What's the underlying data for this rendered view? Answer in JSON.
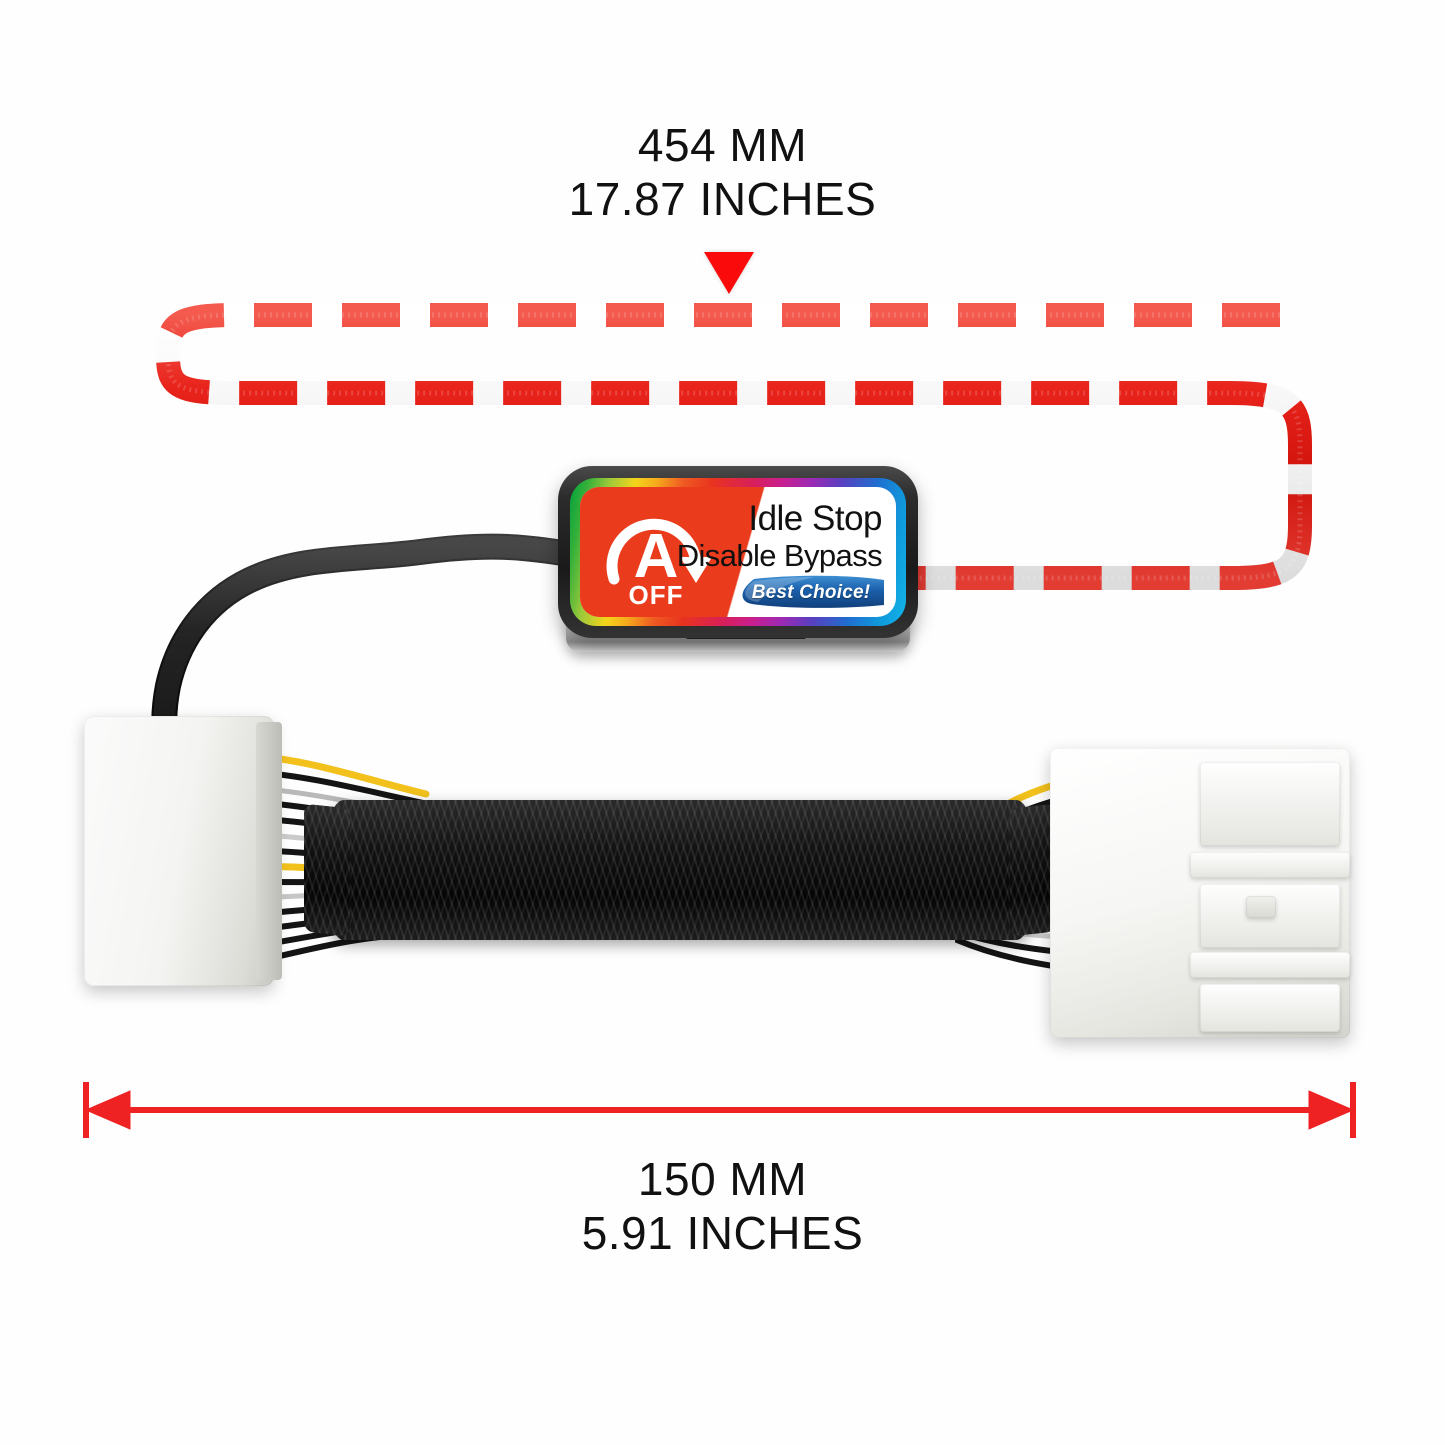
{
  "annotations": {
    "top_dimension": {
      "mm": "454 MM",
      "inches": "17.87 INCHES",
      "pointer_icon": "down-triangle-icon",
      "line_style": "red-white-dashed"
    },
    "bottom_dimension": {
      "mm": "150 MM",
      "inches": "5.91 INCHES",
      "left_arrow_icon": "arrow-left-icon",
      "right_arrow_icon": "arrow-right-icon",
      "line_style": "solid-red-arrow"
    }
  },
  "module": {
    "title_line1": "Idle Stop",
    "title_line2": "Disable Bypass",
    "icon_letter": "A",
    "icon_label": "OFF",
    "icon_name": "auto-stop-off-icon",
    "badge_text": "Best Choice!",
    "badge_name": "best-choice-badge"
  },
  "product": {
    "left_connector_name": "female-connector-left",
    "right_connector_name": "male-connector-right",
    "sleeve_name": "braided-wire-sleeve",
    "lead_cable_name": "module-lead-cable"
  },
  "colors": {
    "accent_red": "#ee2222",
    "dash_red": "#e8231b",
    "label_red": "#ea3c1c",
    "badge_blue": "#1b5faa",
    "text_dark": "#111111",
    "connector_white": "#f4f4f2",
    "sleeve_black": "#121212",
    "wire_yellow": "#f2c11c"
  }
}
